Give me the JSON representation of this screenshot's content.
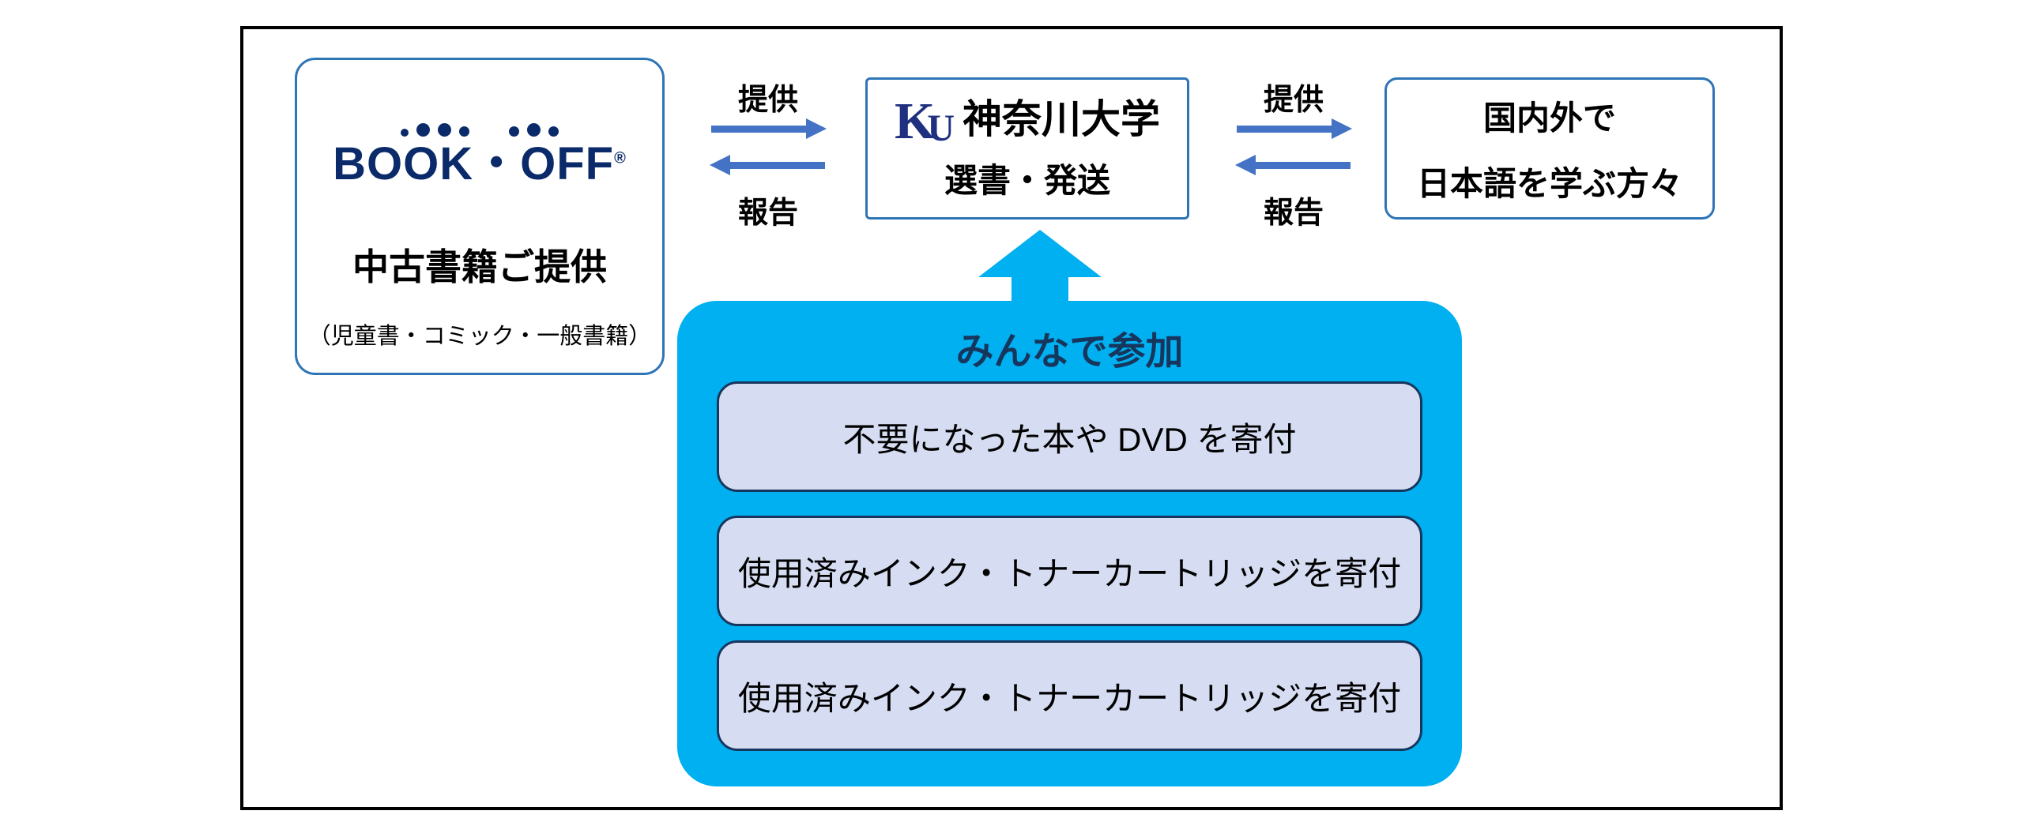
{
  "bookoff": {
    "logo_text": "BOOK・OFF",
    "logo_reg": "®",
    "title": "中古書籍ご提供",
    "subtitle": "（児童書・コミック・一般書籍）"
  },
  "university": {
    "logo_k": "K",
    "logo_u": "U",
    "name": "神奈川大学",
    "subtitle": "選書・発送"
  },
  "learners": {
    "line1": "国内外で",
    "line2": "日本語を学ぶ方々"
  },
  "flows": {
    "left": {
      "provide": "提供",
      "report": "報告"
    },
    "right": {
      "provide": "提供",
      "report": "報告"
    }
  },
  "participation": {
    "title": "みんなで参加",
    "items": [
      "不要になった本や DVD を寄付",
      "使用済みインク・トナーカートリッジを寄付",
      "使用済みインク・トナーカートリッジを寄付"
    ]
  },
  "colors": {
    "accent_cyan": "#00B0F0",
    "box_border_blue": "#2E75B6",
    "arrow_blue": "#4472C4",
    "navy": "#17365D",
    "item_background": "#D6DDF2",
    "logo_navy": "#0A2A6A"
  }
}
